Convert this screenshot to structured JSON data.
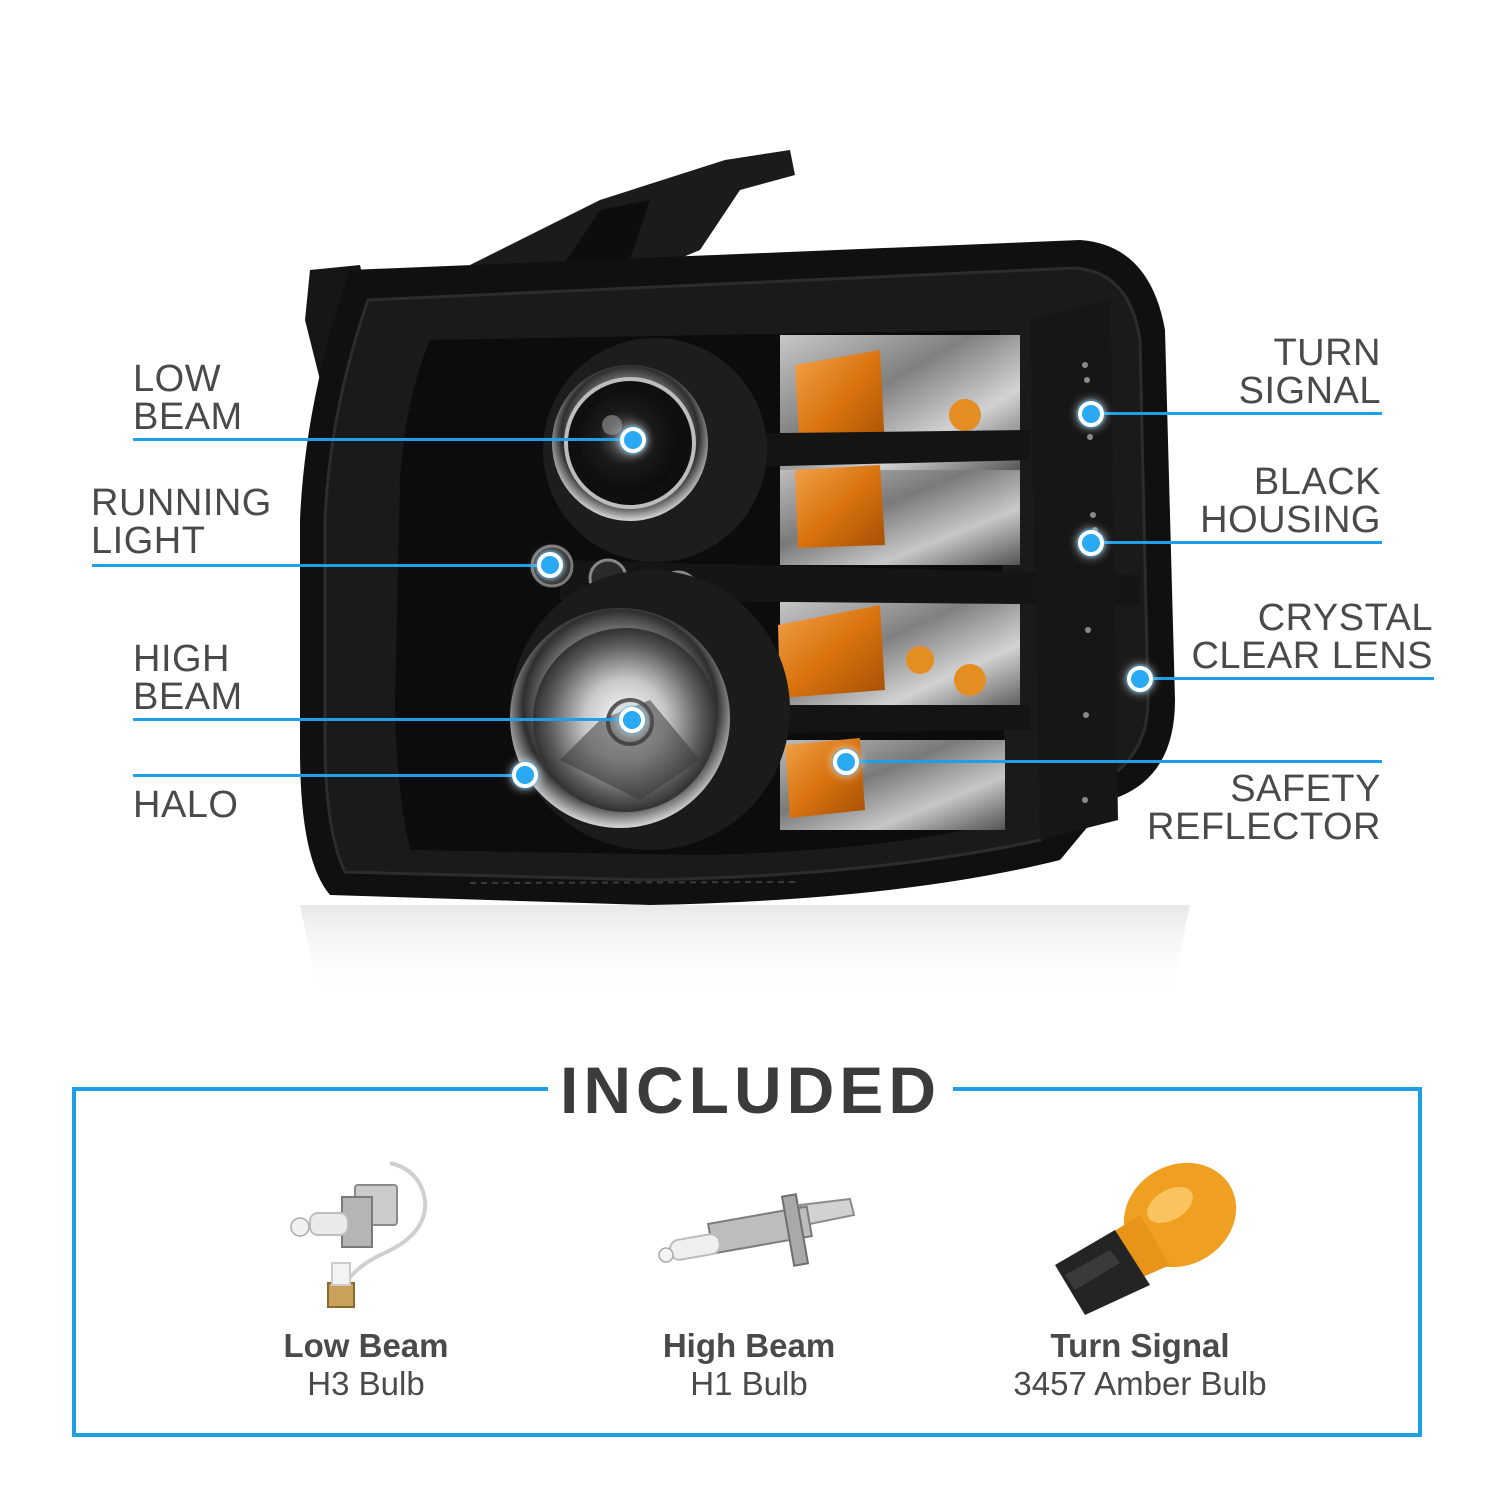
{
  "callouts": {
    "low_beam": [
      "LOW",
      "BEAM"
    ],
    "running_light": [
      "RUNNING",
      "LIGHT"
    ],
    "high_beam": [
      "HIGH",
      "BEAM"
    ],
    "halo": [
      "HALO"
    ],
    "turn_signal": [
      "TURN",
      "SIGNAL"
    ],
    "black_housing": [
      "BLACK",
      "HOUSING"
    ],
    "crystal_clear_lens": [
      "CRYSTAL",
      "CLEAR LENS"
    ],
    "safety_reflector": [
      "SAFETY",
      "REFLECTOR"
    ]
  },
  "included": {
    "title": "INCLUDED",
    "bulbs": [
      {
        "name": "Low Beam",
        "type": "H3 Bulb"
      },
      {
        "name": "High Beam",
        "type": "H1 Bulb"
      },
      {
        "name": "Turn Signal",
        "type": "3457 Amber Bulb"
      }
    ]
  },
  "colors": {
    "accent": "#1e9fe6",
    "amber": "#e07a10",
    "housing": "#121212",
    "text": "#4a4a4a"
  }
}
